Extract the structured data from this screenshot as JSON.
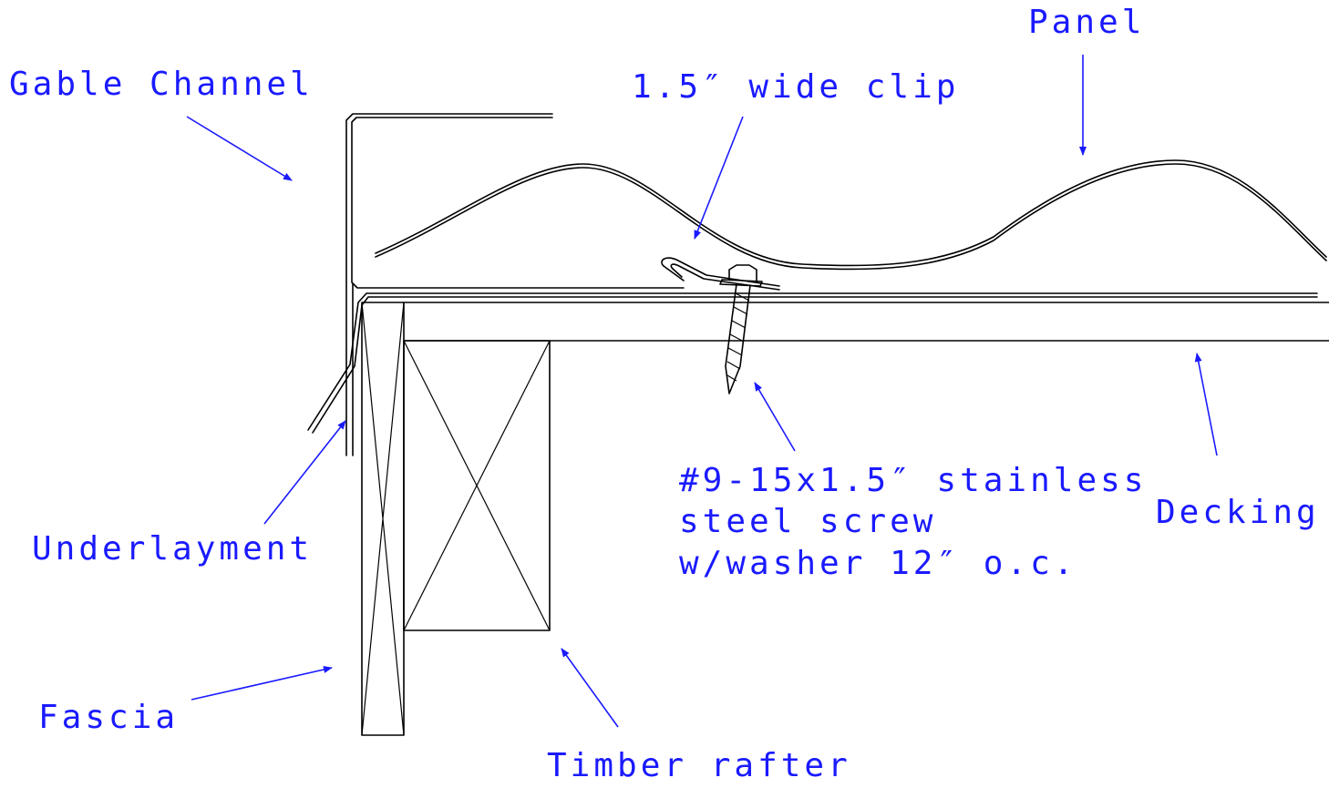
{
  "colors": {
    "line": "#000000",
    "callout": "#1a1aff",
    "background": "#ffffff"
  },
  "labels": {
    "gable_channel": "Gable Channel",
    "clip": "1.5″ wide clip",
    "panel": "Panel",
    "screw_line1": "#9-15x1.5″ stainless",
    "screw_line2": "steel screw",
    "screw_line3": "w/washer 12″ o.c.",
    "decking": "Decking",
    "underlayment": "Underlayment",
    "fascia": "Fascia",
    "timber_rafter": "Timber rafter"
  }
}
